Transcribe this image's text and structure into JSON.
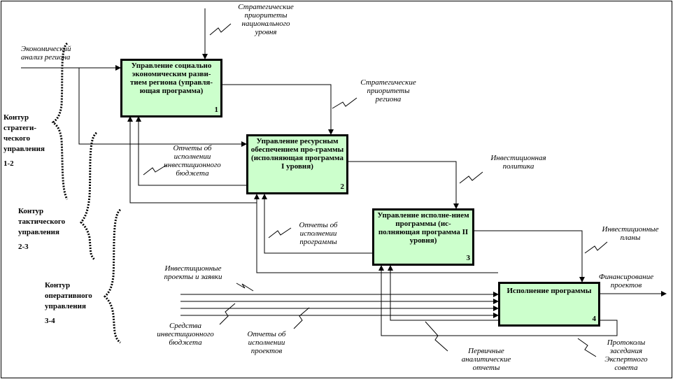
{
  "boxes": {
    "b1": {
      "title": "Управление социально экономическим разви-тием региона (управля-ющая программа)",
      "num": "1"
    },
    "b2": {
      "title": "Управление ресурсным обеспечением про-граммы (исполняющая программа I уровня)",
      "num": "2"
    },
    "b3": {
      "title": "Управление исполне-нием программы (ис-полняющая программа II уровня)",
      "num": "3"
    },
    "b4": {
      "title": "Исполнение программы",
      "num": "4"
    }
  },
  "labels": {
    "strat_national": "Стратегические\nприоритеты\nнационального\nуровня",
    "econ_analysis": "Экономический\nанализ региона",
    "strat_region": "Стратегические\nприоритеты\nрегиона",
    "reports_budget": "Отчеты об\nисполнении\nинвестиционного\nбюджета",
    "invest_policy": "Инвестиционная\nполитика",
    "reports_program": "Отчеты об\nисполнении\nпрограммы",
    "invest_plans": "Инвестиционные\nпланы",
    "invest_projects": "Инвестиционные\nпроекты и заявки",
    "financing": "Финансирование\nпроектов",
    "funds": "Средства\nинвестиционного\nбюджета",
    "reports_projects": "Отчеты об\nисполнении\nпроектов",
    "primary_reports": "Первичные\nаналитические\nотчеты",
    "protocols": "Протоколы\nзаседания\nЭкспертного\nсовета"
  },
  "contours": {
    "c1": {
      "label": "Контур\nстратеги-\nческого\nуправления",
      "code": "1-2"
    },
    "c2": {
      "label": "Контур\nтактического\nуправления",
      "code": "2-3"
    },
    "c3": {
      "label": "Контур\nоперативного\nуправления",
      "code": "3-4"
    }
  }
}
